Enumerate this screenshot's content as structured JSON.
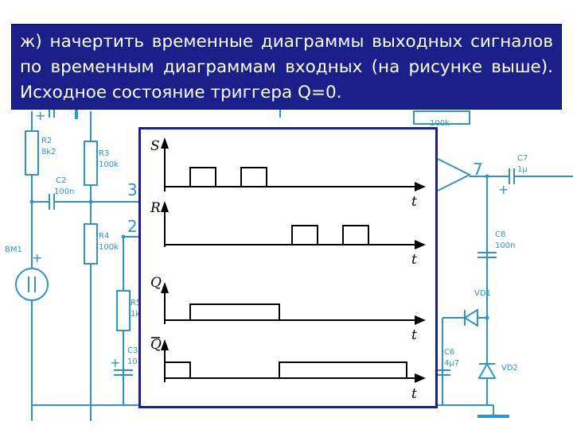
{
  "caption": {
    "text": "ж) начертить временные диаграммы выходных сигналов по временным диаграммам входных (на рисунке выше). Исходное состояние триггера Q=0."
  },
  "schematic": {
    "labels": {
      "r2": "R2",
      "r2_val": "8k2",
      "r3": "R3",
      "r3_val": "100k",
      "c2": "C2",
      "c2_val": "100n",
      "r4": "R4",
      "r4_val": "100k",
      "bm1": "BM1",
      "r5": "R5",
      "r5_val": "1k",
      "c3": "C3",
      "c3_val": "10",
      "c7": "C7",
      "c7_val": "1µ",
      "c8": "C8",
      "c8_val": "100n",
      "vd1": "VD1",
      "vd2": "VD2",
      "c6": "C6",
      "c6_val": "4µ7",
      "r_top_val": "100k",
      "pin3": "3",
      "pin2": "2",
      "pin7": "7",
      "plus": "+"
    }
  },
  "timing": {
    "s_label": "S",
    "r_label": "R",
    "q_label": "Q",
    "qbar_label": "Q",
    "t_label": "t",
    "s_pulses": [
      [
        1.0,
        2.0
      ],
      [
        3.0,
        4.0
      ]
    ],
    "r_pulses": [
      [
        5.0,
        6.0
      ],
      [
        7.0,
        8.0
      ]
    ],
    "q_high": [
      [
        1.0,
        4.5
      ]
    ],
    "qbar_high": [
      [
        0,
        1.0
      ],
      [
        4.5,
        9.5
      ]
    ]
  },
  "colors": {
    "caption_bg": "#1a1f8a",
    "schematic": "#2e93c6",
    "panel_border": "#1a1f8a"
  }
}
